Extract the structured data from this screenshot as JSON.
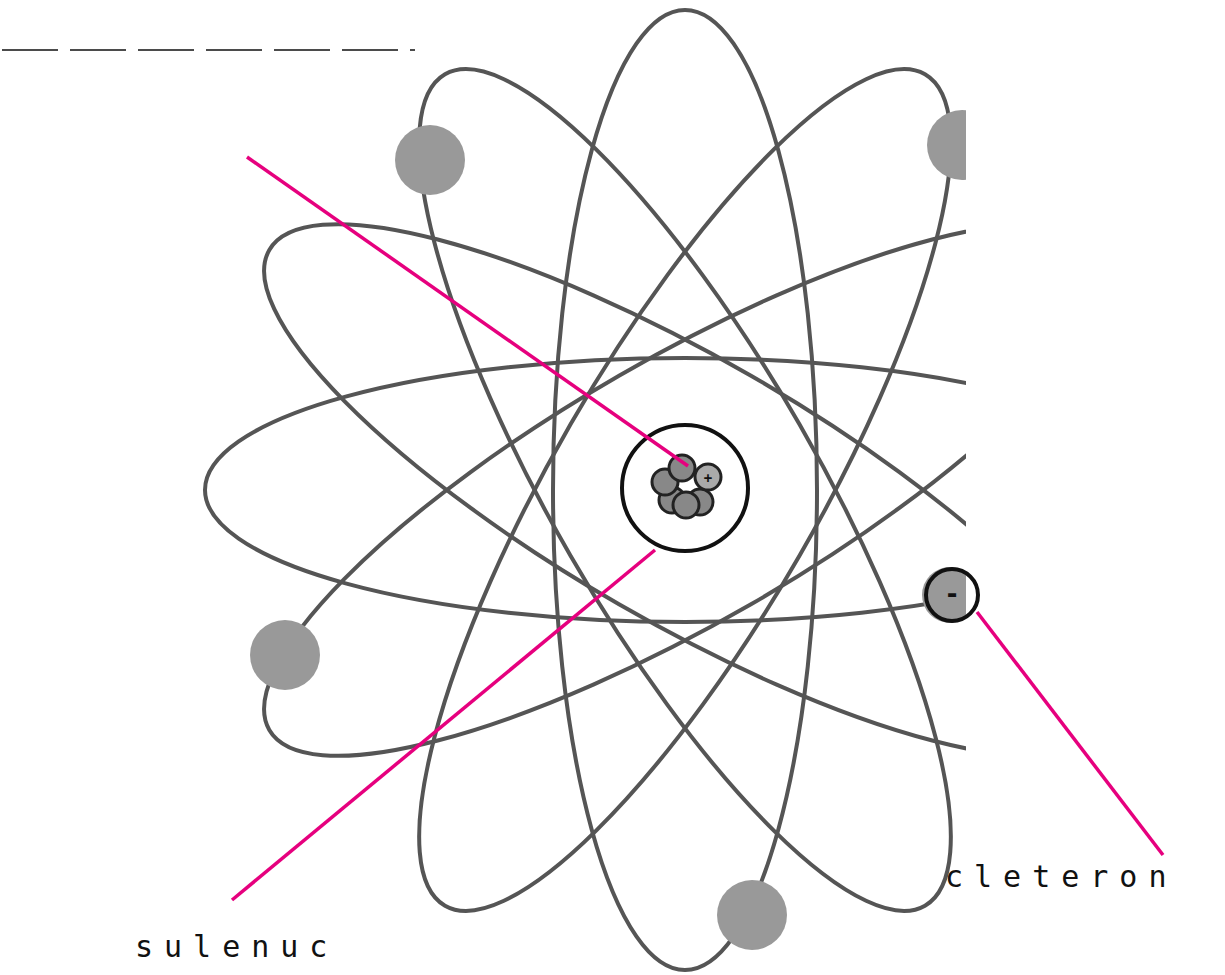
{
  "diagram": {
    "labels": [
      "sulenuc",
      "cleteron",
      "+",
      "-"
    ]
  }
}
